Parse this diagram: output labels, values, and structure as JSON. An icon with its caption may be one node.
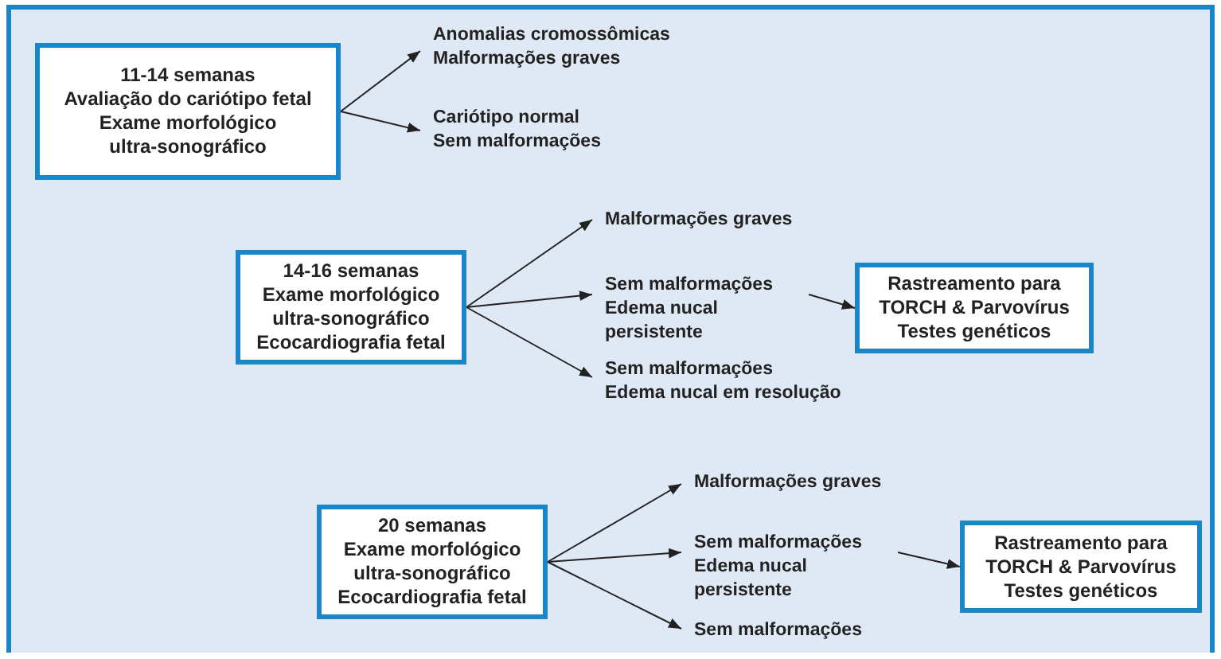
{
  "diagram": {
    "nodes": [
      {
        "text": [
          "11-14 semanas",
          "Avaliação do cariótipo  fetal",
          "Exame morfológico",
          "ultra-sonográfico"
        ]
      },
      {
        "text": [
          "Anomalias cromossômicas",
          "Malformações graves"
        ]
      },
      {
        "text": [
          "Cariótipo normal",
          "Sem malformações"
        ]
      },
      {
        "text": [
          "14-16 semanas",
          "Exame morfológico",
          "ultra-sonográfico",
          "Ecocardiografia fetal"
        ]
      },
      {
        "text": [
          "Malformações graves"
        ]
      },
      {
        "text": [
          "Sem malformações",
          "Edema nucal persistente"
        ]
      },
      {
        "text": [
          "Rastreamento para",
          "TORCH & Parvovírus",
          "Testes genéticos"
        ]
      },
      {
        "text": [
          "Sem malformações",
          "Edema nucal em resolução"
        ]
      },
      {
        "text": [
          "20 semanas",
          "Exame morfológico",
          "ultra-sonográfico",
          "Ecocardiografia fetal"
        ]
      },
      {
        "text": [
          "Malformações graves"
        ]
      },
      {
        "text": [
          "Sem malformações",
          "Edema nucal persistente"
        ]
      },
      {
        "text": [
          "Rastreamento para",
          "TORCH & Parvovírus",
          "Testes genéticos"
        ]
      },
      {
        "text": [
          "Sem malformações"
        ]
      }
    ],
    "edges": [
      {
        "from": 0,
        "to": 1,
        "arrow": "to"
      },
      {
        "from": 0,
        "to": 2,
        "arrow": "to"
      },
      {
        "from": 3,
        "to": 4,
        "arrow": "to"
      },
      {
        "from": 3,
        "to": 5,
        "arrow": "to"
      },
      {
        "from": 3,
        "to": 7,
        "arrow": "to"
      },
      {
        "from": 5,
        "to": 6,
        "arrow": "to"
      },
      {
        "from": 8,
        "to": 9,
        "arrow": "to"
      },
      {
        "from": 8,
        "to": 10,
        "arrow": "to"
      },
      {
        "from": 8,
        "to": 12,
        "arrow": "to"
      },
      {
        "from": 10,
        "to": 11,
        "arrow": "to"
      }
    ]
  }
}
